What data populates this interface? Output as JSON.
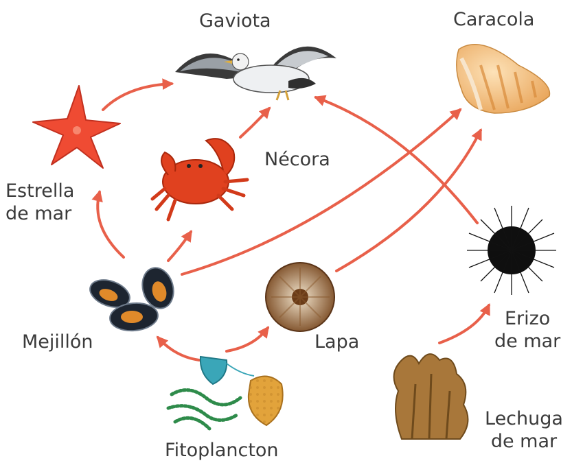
{
  "diagram": {
    "accent_arrow_color": "#e8604a",
    "text_color": "#3b3b3b",
    "organisms": {
      "gaviota": {
        "label": "Gaviota",
        "icon": "seagull-icon"
      },
      "caracola": {
        "label": "Caracola",
        "icon": "conch-shell-icon"
      },
      "estrella": {
        "label_line1": "Estrella",
        "label_line2": "de mar",
        "icon": "starfish-icon"
      },
      "necora": {
        "label": "Nécora",
        "icon": "crab-icon"
      },
      "mejillon": {
        "label": "Mejillón",
        "icon": "mussels-icon"
      },
      "lapa": {
        "label": "Lapa",
        "icon": "limpet-icon"
      },
      "erizo": {
        "label_line1": "Erizo",
        "label_line2": "de mar",
        "icon": "sea-urchin-icon"
      },
      "fitoplancton": {
        "label": "Fitoplancton",
        "icon": "phytoplankton-icon"
      },
      "lechuga": {
        "label_line1": "Lechuga",
        "label_line2": "de mar",
        "icon": "sea-lettuce-icon"
      }
    },
    "links": [
      {
        "from": "Estrella de mar",
        "to": "Gaviota"
      },
      {
        "from": "Nécora",
        "to": "Gaviota"
      },
      {
        "from": "Erizo de mar",
        "to": "Gaviota"
      },
      {
        "from": "Mejillón",
        "to": "Estrella de mar"
      },
      {
        "from": "Mejillón",
        "to": "Nécora"
      },
      {
        "from": "Mejillón",
        "to": "Caracola"
      },
      {
        "from": "Lapa",
        "to": "Caracola"
      },
      {
        "from": "Fitoplancton",
        "to": "Mejillón"
      },
      {
        "from": "Fitoplancton",
        "to": "Lapa"
      },
      {
        "from": "Lechuga de mar",
        "to": "Erizo de mar"
      }
    ]
  }
}
